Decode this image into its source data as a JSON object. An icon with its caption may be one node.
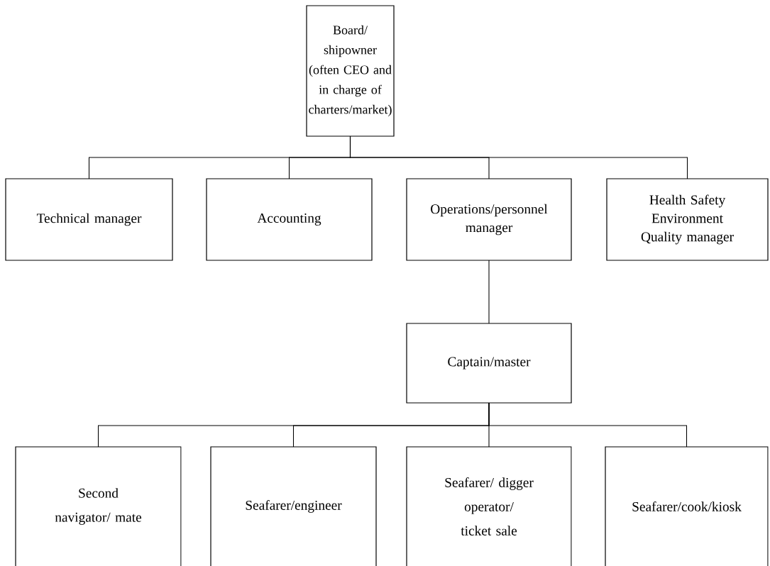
{
  "diagram": {
    "nodes": [
      {
        "text": [
          "Board/ shipowner (often CEO and in charge of charters/market)"
        ]
      },
      {
        "text": [
          "Technical manager"
        ]
      },
      {
        "text": [
          "Accounting"
        ]
      },
      {
        "text": [
          "Operations/personnel manager"
        ]
      },
      {
        "text": [
          "Health Safety Environment Quality manager"
        ]
      },
      {
        "text": [
          "Captain/master"
        ]
      },
      {
        "text": [
          "Second navigator/ mate"
        ]
      },
      {
        "text": [
          "Seafarer/engineer"
        ]
      },
      {
        "text": [
          "Seafarer/ digger operator/ ticket sale"
        ]
      },
      {
        "text": [
          "Seafarer/cook/kiosk"
        ]
      }
    ],
    "edges": [
      {
        "from": 0,
        "to": 1,
        "arrow": "none"
      },
      {
        "from": 0,
        "to": 2,
        "arrow": "none"
      },
      {
        "from": 0,
        "to": 3,
        "arrow": "none"
      },
      {
        "from": 0,
        "to": 4,
        "arrow": "none"
      },
      {
        "from": 3,
        "to": 5,
        "arrow": "none"
      },
      {
        "from": 5,
        "to": 6,
        "arrow": "none"
      },
      {
        "from": 5,
        "to": 7,
        "arrow": "none"
      },
      {
        "from": 5,
        "to": 8,
        "arrow": "none"
      },
      {
        "from": 5,
        "to": 9,
        "arrow": "none"
      }
    ]
  }
}
